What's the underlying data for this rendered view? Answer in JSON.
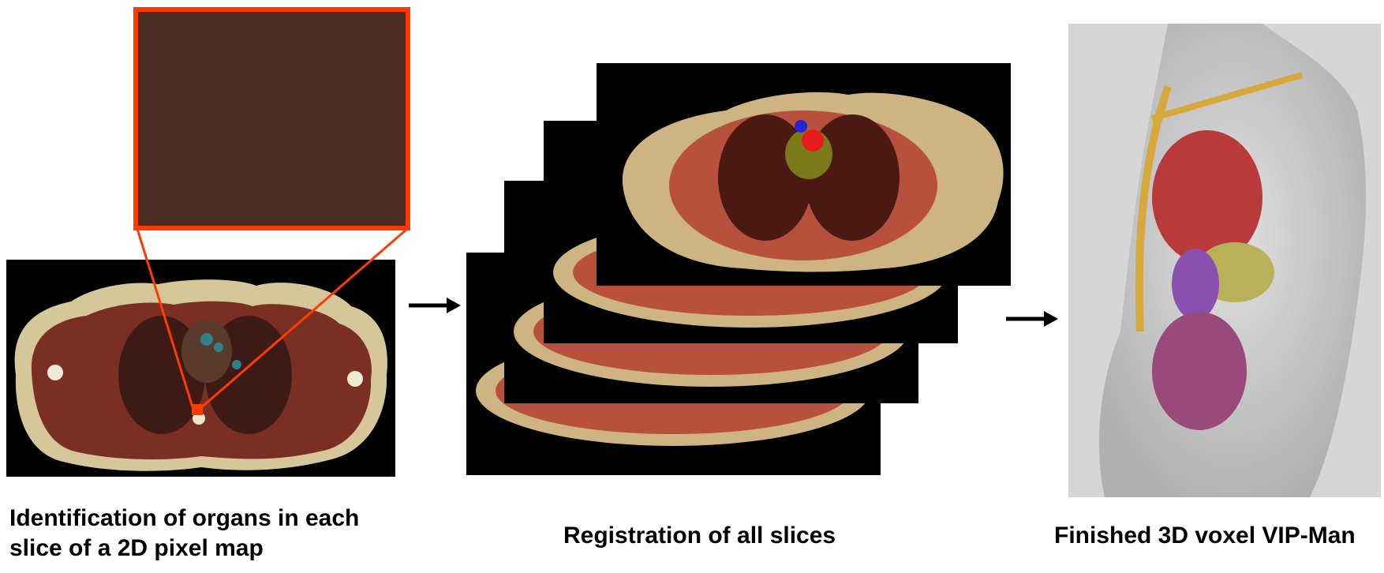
{
  "captions": {
    "identification_line1": "Identification of organs in each",
    "identification_line2": "slice of a 2D pixel map",
    "registration": "Registration of all slices",
    "finished": "Finished 3D voxel VIP-Man"
  },
  "colors": {
    "zoom_frame": "#ff3b00",
    "arrow": "#000000",
    "slice_background": "#000000",
    "skin_fat": "#cdb482",
    "muscle": "#b8503e",
    "lung": "#4a1a12",
    "skeleton": "#d7a93a",
    "body_shell": "#c9c9c9"
  },
  "icons": {
    "arrow_1": "right-arrow-icon",
    "arrow_2": "right-arrow-icon"
  }
}
